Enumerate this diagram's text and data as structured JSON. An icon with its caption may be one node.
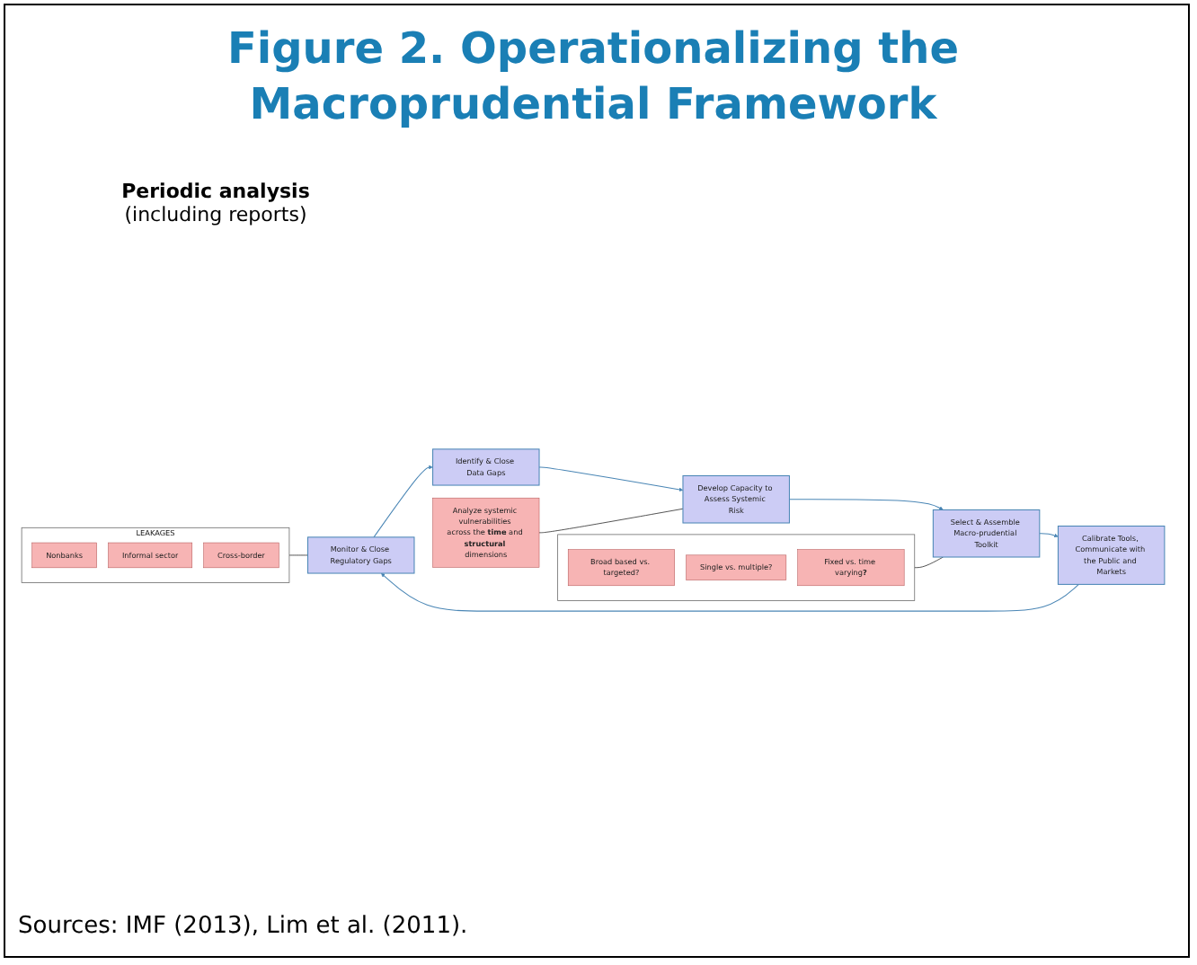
{
  "diagram": {
    "title": "Figure 2. Operationalizing the Macroprudential Framework",
    "caption": "Sources: IMF (2013), Lim et al. (2011).",
    "nodes": [
      {
        "text": [
          "Develop Capacity to Assess Systemic Risk"
        ]
      },
      {
        "text": [
          "Select & Assemble Macro-prudential Toolkit"
        ]
      },
      {
        "text": [
          "Calibrate Tools, Communicate with the Public and Markets"
        ]
      },
      {
        "text": [
          "Monitor & Close Regulatory Gaps"
        ]
      },
      {
        "text": [
          "Identify & Close Data Gaps"
        ]
      },
      {
        "text": [
          "Analyze systemic vulnerabilities across the **time** and **structural** dimensions"
        ]
      },
      {
        "text": [],
        "shape": "box"
      },
      {
        "text": [
          "Broad based vs. targeted?"
        ],
        "in": 6
      },
      {
        "text": [
          "Single vs. multiple?"
        ],
        "in": 6
      },
      {
        "text": [
          "Fixed vs. time varying**?**"
        ],
        "in": 6
      },
      {
        "text": [
          "LEAKAGES"
        ]
      },
      {
        "text": [
          "Nonbanks"
        ],
        "in": 10
      },
      {
        "text": [
          "Informal sector"
        ],
        "in": 10
      },
      {
        "text": [
          "Cross-border"
        ],
        "in": 10
      }
    ],
    "edges": [
      {
        "from": 0,
        "to": 1,
        "arrow": "to"
      },
      {
        "from": 1,
        "to": 2,
        "arrow": "to"
      },
      {
        "from": 2,
        "to": 3,
        "arrow": "to"
      },
      {
        "from": 3,
        "to": 4,
        "arrow": "to"
      },
      {
        "from": 4,
        "to": 0,
        "arrow": "to"
      },
      {
        "from": 5,
        "to": 0,
        "arrow": "none",
        "color": "#222222"
      },
      {
        "from": 6,
        "to": 1,
        "arrow": "none",
        "color": "#222222"
      },
      {
        "from": 10,
        "to": 3,
        "arrow": "none",
        "color": "#222222"
      }
    ],
    "labels": [
      "Periodic analysis",
      "(including reports)"
    ]
  }
}
